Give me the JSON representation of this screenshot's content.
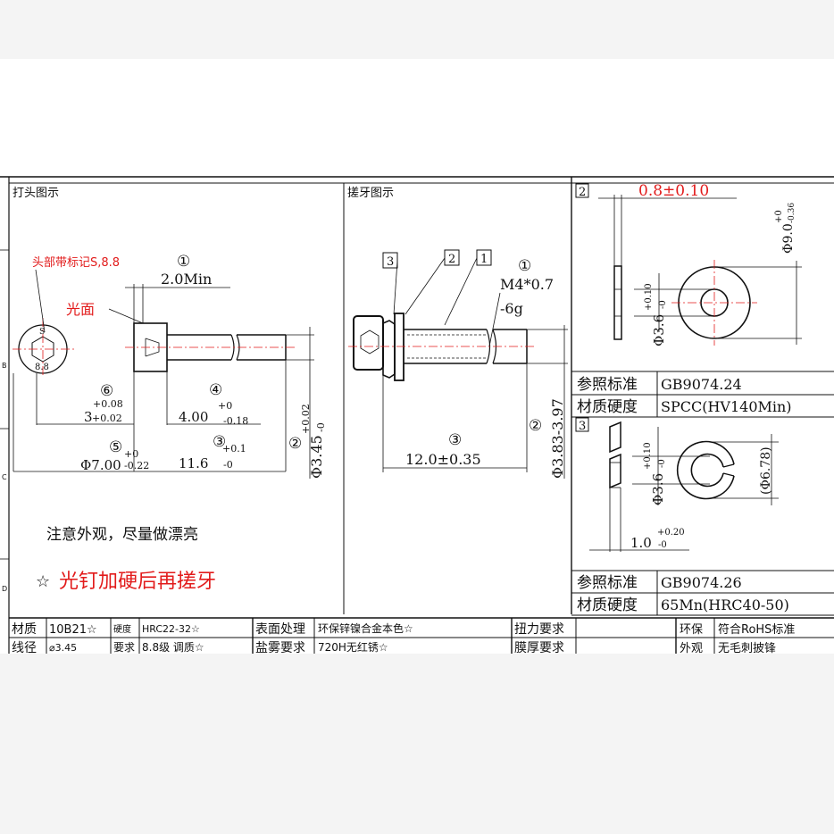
{
  "panels": {
    "head_title": "打头图示",
    "thread_title": "搓牙图示",
    "washer_flat_no": "2",
    "washer_spring_no": "3"
  },
  "head_view": {
    "mark_note": "头部带标记S,8.8",
    "mark_s": "S",
    "mark_88": "8.8",
    "smooth_face": "光面",
    "circle1": "①",
    "dim_2min": "2.0Min",
    "circle6": "⑥",
    "dim_3_upper": "+0.08",
    "dim_3_main": "3",
    "dim_3_lower": "+0.02",
    "circle4": "④",
    "dim_4_main": "4.00",
    "dim_4_upper": "+0",
    "dim_4_lower": "-0.18",
    "circle5": "⑤",
    "dim_7_main": "Φ7.00",
    "dim_7_upper": "+0",
    "dim_7_lower": "-0.22",
    "circle3": "③",
    "dim_116_main": "11.6",
    "dim_116_upper": "+0.1",
    "dim_116_lower": "-0",
    "circle2": "②",
    "dim_345_main": "Φ3.45",
    "dim_345_upper": "+0.02",
    "dim_345_lower": "-0"
  },
  "thread_view": {
    "callout3": "3",
    "callout2": "2",
    "callout1": "1",
    "circle1": "①",
    "thread_spec_1": "M4*0.7",
    "thread_spec_2": "-6g",
    "circle3": "③",
    "dim_12": "12.0±0.35",
    "circle2": "②",
    "dim_dia": "Φ3.83-3.97"
  },
  "washer_flat": {
    "thickness": "0.8±0.10",
    "inner_main": "Φ3.6",
    "inner_upper": "+0.10",
    "inner_lower": "-0",
    "outer_main": "Φ9.0",
    "outer_upper": "+0",
    "outer_lower": "-0.36",
    "std_label": "参照标准",
    "std_value": "GB9074.24",
    "mat_label": "材质硬度",
    "mat_value": "SPCC(HV140Min)"
  },
  "washer_spring": {
    "inner_main": "Φ3.6",
    "inner_upper": "+0.10",
    "inner_lower": "-0",
    "outer": "(Φ6.78)",
    "thick_main": "1.0",
    "thick_upper": "+0.20",
    "thick_lower": "-0",
    "std_label": "参照标准",
    "std_value": "GB9074.26",
    "mat_label": "材质硬度",
    "mat_value": "65Mn(HRC40-50)"
  },
  "notes": {
    "appearance": "注意外观，尽量做漂亮",
    "star": "☆",
    "harden": "光钉加硬后再搓牙"
  },
  "frame": {
    "row_b": "B",
    "row_c": "C",
    "row_d": "D"
  },
  "spec_table": {
    "r1": [
      "材质",
      "10B21☆",
      "硬度",
      "HRC22-32☆",
      "表面处理",
      "环保锌镍合金本色☆",
      "扭力要求",
      "",
      "环保",
      "符合RoHS标准"
    ],
    "r2": [
      "线径",
      "⌀3.45",
      "要求",
      "8.8级 调质☆",
      "盐雾要求",
      "720H无红锈☆",
      "膜厚要求",
      "",
      "外观",
      "无毛刺披锋"
    ]
  },
  "colors": {
    "accent_red": "#e21b1b",
    "line": "#111111"
  }
}
